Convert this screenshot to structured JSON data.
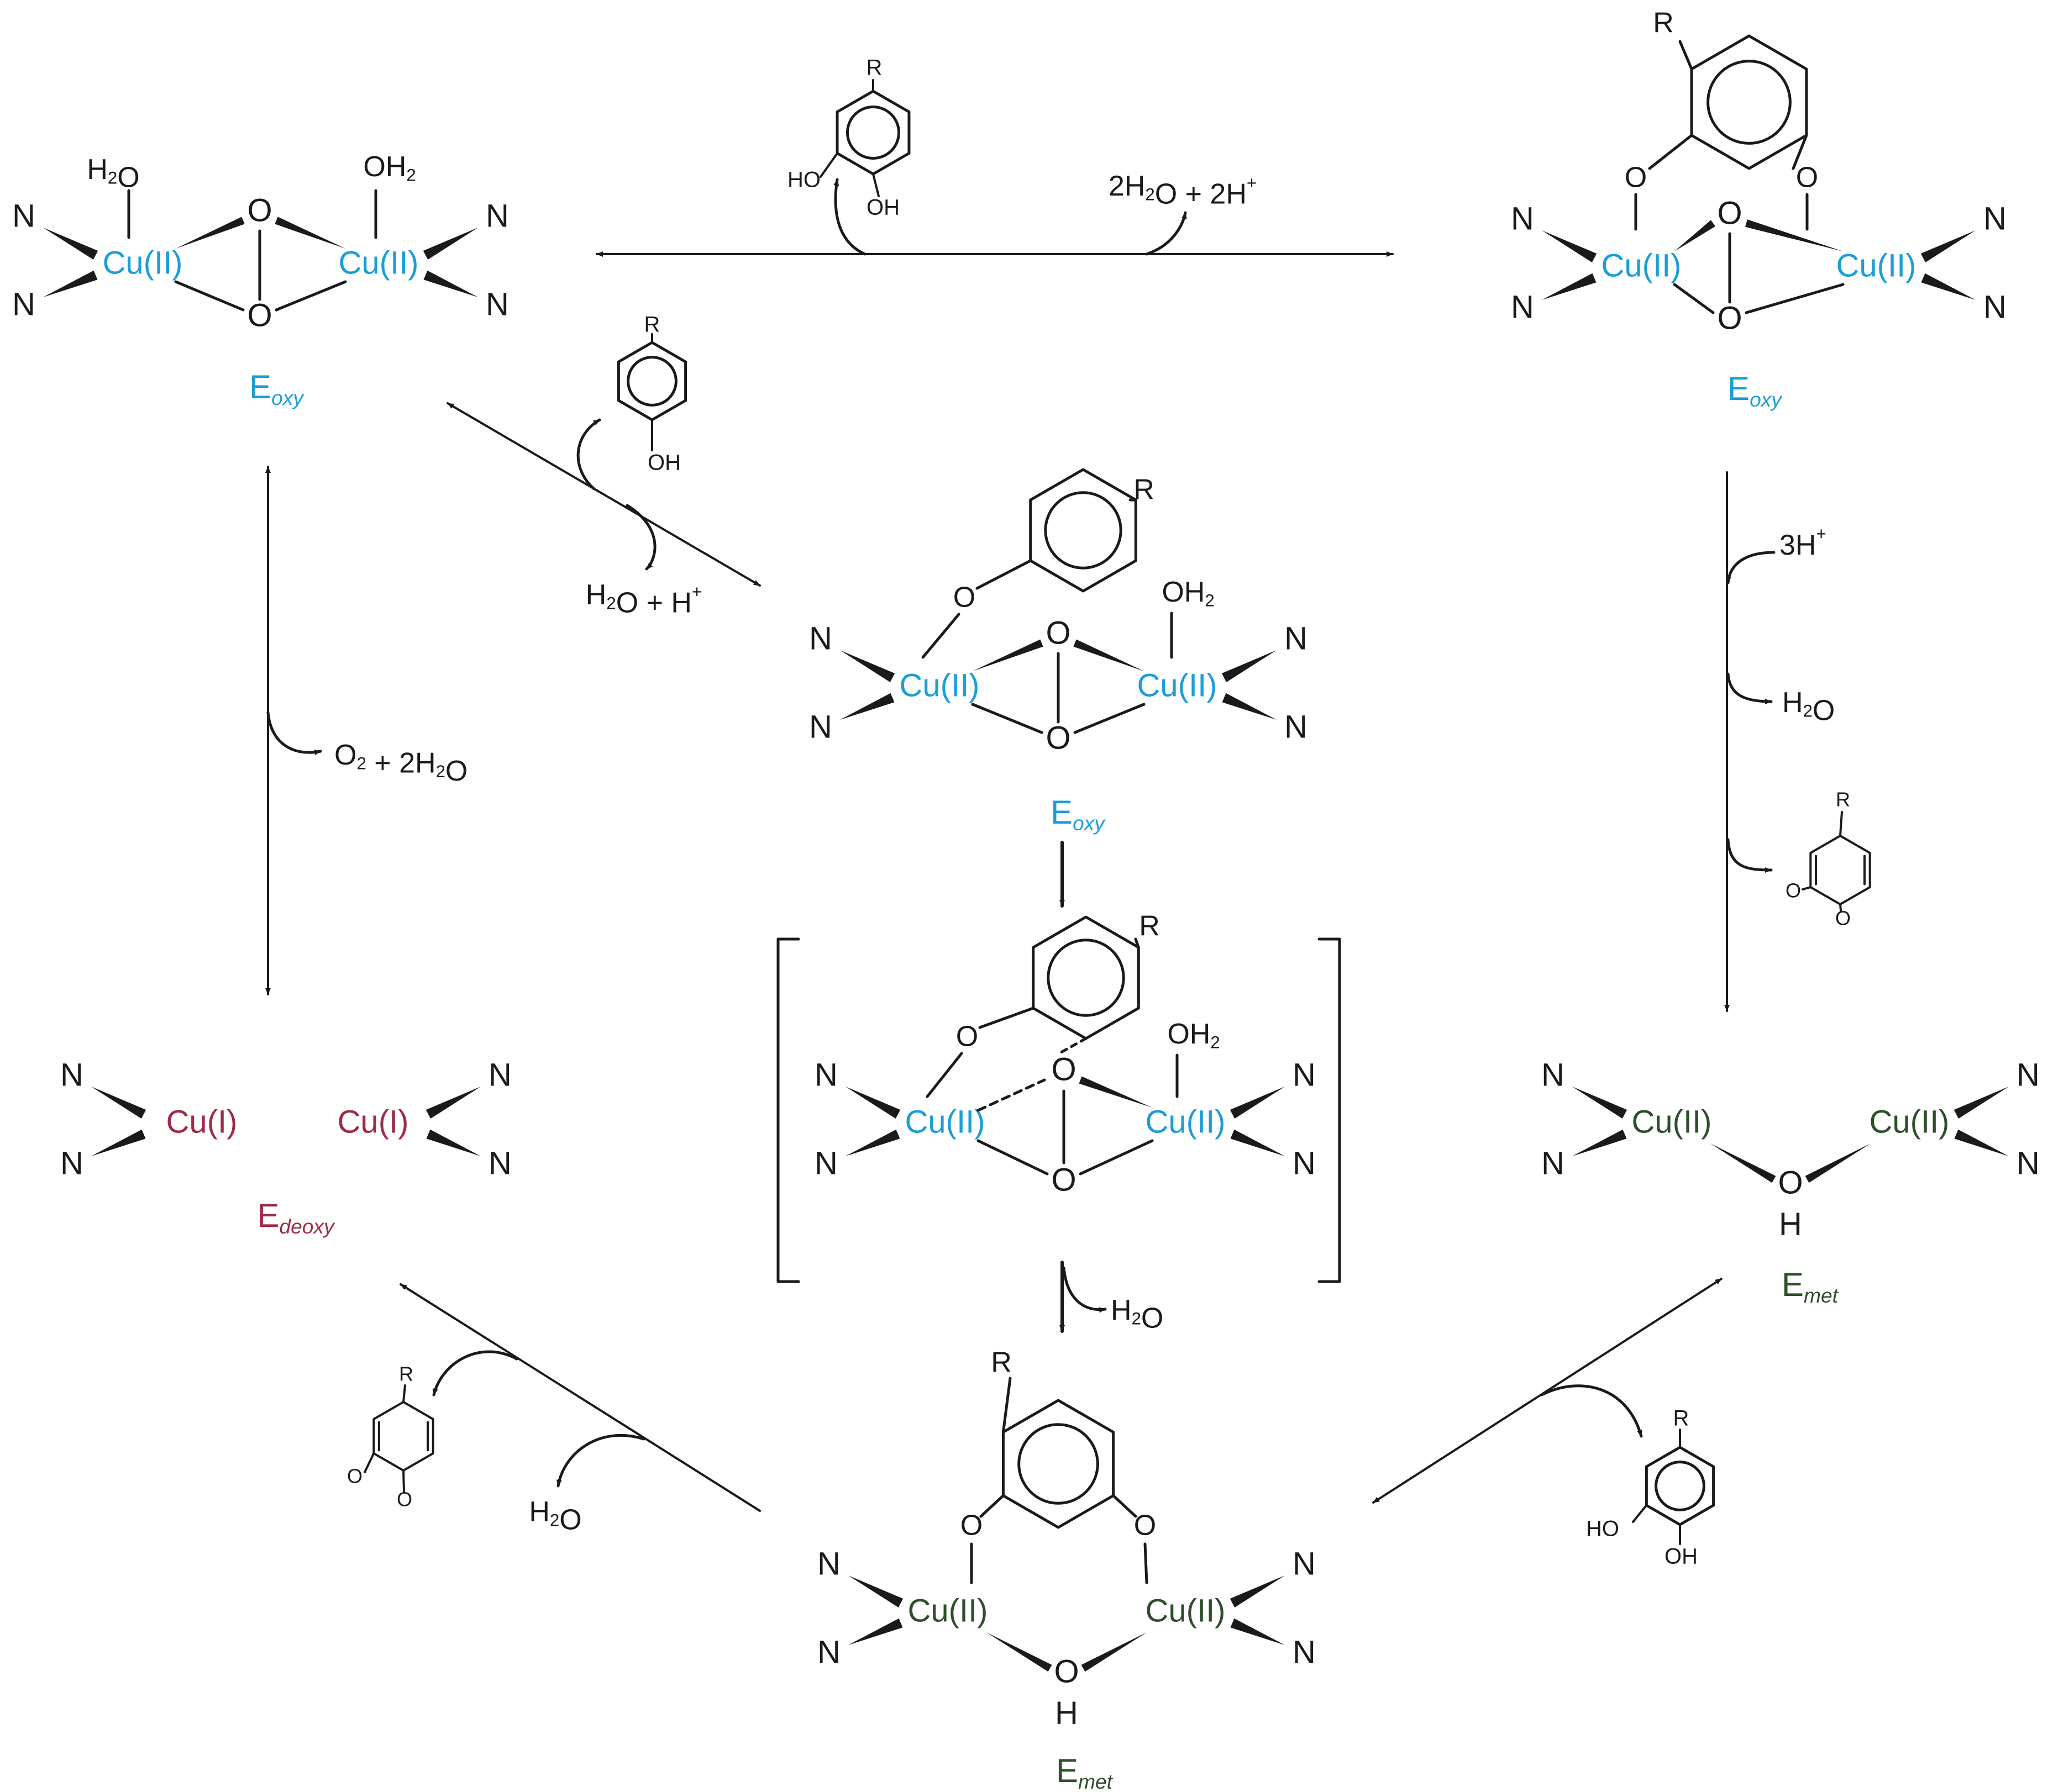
{
  "colors": {
    "ink": "#1a1a1a",
    "oxy": "#1a9ed8",
    "deoxy": "#a02a45",
    "met": "#2d4f2a"
  },
  "text": {
    "N": "N",
    "O": "O",
    "H": "H",
    "R": "R",
    "cu2": "Cu(II)",
    "cu1": "Cu(I)",
    "E": "E",
    "oxy": "oxy",
    "deoxy": "deoxy",
    "met": "met",
    "HO": "HO",
    "OH": "OH",
    "OH2": "OH",
    "H2": "H",
    "sub2": "2",
    "plus": "+",
    "wat": "H",
    "water_rest": "O",
    "top_right_byproduct": "2H",
    "top_right_byproduct_mid": "O + 2H",
    "left_byproduct": "H",
    "left_byproduct_rest": "O + H",
    "o2_prefix": "O",
    "o2_rest": " + 2H",
    "o2_tail": "O",
    "three_h": "3H",
    "sup_plus": "+"
  }
}
